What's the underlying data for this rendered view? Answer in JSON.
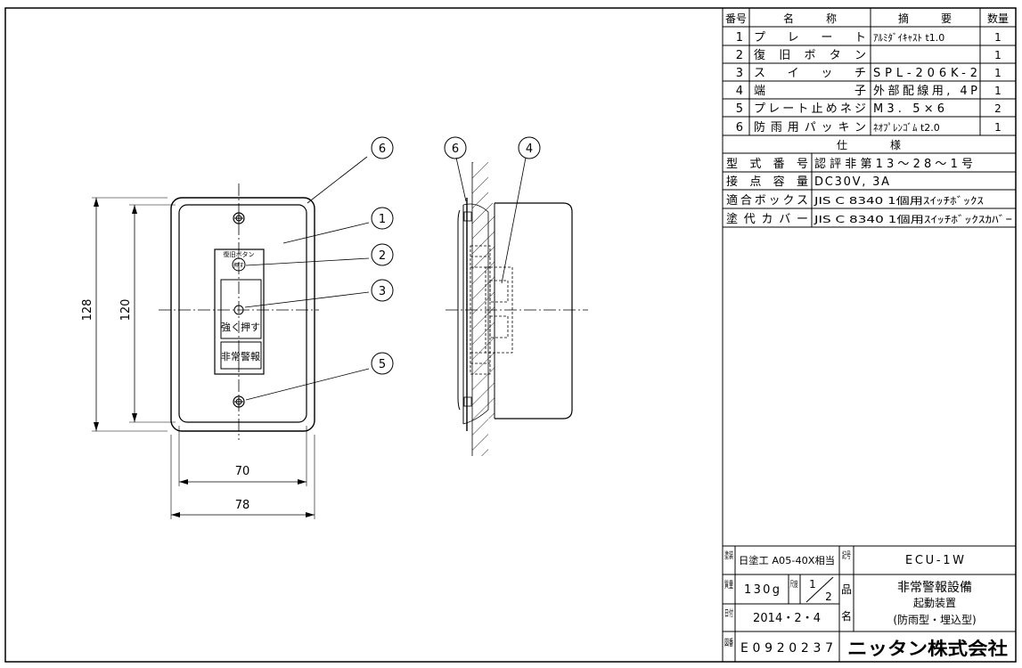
{
  "parts_table": {
    "headers": [
      "番号",
      "名　　　称",
      "摘　　　要",
      "数量"
    ],
    "rows": [
      {
        "no": "1",
        "name": "プ　レ　ー　ト",
        "spec": "ｱﾙﾐﾀﾞｲｷｬｽﾄ t1.0",
        "qty": "1"
      },
      {
        "no": "2",
        "name": "復　旧　ボ　タ　ン",
        "spec": "",
        "qty": "1"
      },
      {
        "no": "3",
        "name": "ス　イ　ッ　チ",
        "spec": "SPL-206K-2",
        "qty": "1"
      },
      {
        "no": "4",
        "name": "端　　　　　子",
        "spec": "外部配線用, 4P",
        "qty": "1"
      },
      {
        "no": "5",
        "name": "プレート止めネジ",
        "spec": "M3. 5×6",
        "qty": "2"
      },
      {
        "no": "6",
        "name": "防雨用パッキン",
        "spec": "ﾈｵﾌﾟﾚﾝｺﾞﾑ t2.0",
        "qty": "1"
      }
    ]
  },
  "spec_table": {
    "header": "仕　　　　様",
    "rows": [
      {
        "label": "型 式 番 号",
        "value": "認評非第13～28～1号"
      },
      {
        "label": "接 点 容 量",
        "value": "DC30V, 3A"
      },
      {
        "label": "適合ボックス",
        "value": "JIS C 8340 1個用ｽｲｯﾁﾎﾞｯｸｽ"
      },
      {
        "label": "塗代カバー",
        "value": "JIS C 8340 1個用ｽｲｯﾁﾎﾞｯｸｽｶﾊﾞｰ"
      }
    ]
  },
  "title_block": {
    "paint_label": "塗装",
    "paint_value": "日塗工 A05-40X相当",
    "symbol_label": "記号",
    "symbol_value": "ECU-1W",
    "mass_label": "質量",
    "mass_value": "130g",
    "scale_label": "尺度",
    "scale_num": "1",
    "scale_den": "2",
    "name_label_1": "品",
    "name_label_2": "名",
    "product_name_1": "非常警報設備",
    "product_name_2": "起動装置",
    "product_name_3": "(防雨型・埋込型)",
    "date_label": "日付",
    "date_value": "2014・2・4",
    "drawing_no_label": "図番",
    "drawing_no": "E0920237",
    "company": "ニッタン株式会社"
  },
  "drawing": {
    "front_view": {
      "button_label_top": "復旧ボタン",
      "button_small_text": "押す",
      "switch_label": "強く押す",
      "alarm_label": "非常警報"
    },
    "dimensions": {
      "height_outer": "128",
      "height_inner": "120",
      "width_inner": "70",
      "width_outer": "78"
    },
    "balloons": [
      "1",
      "2",
      "3",
      "5",
      "6"
    ],
    "side_balloons": [
      "6",
      "4"
    ]
  }
}
